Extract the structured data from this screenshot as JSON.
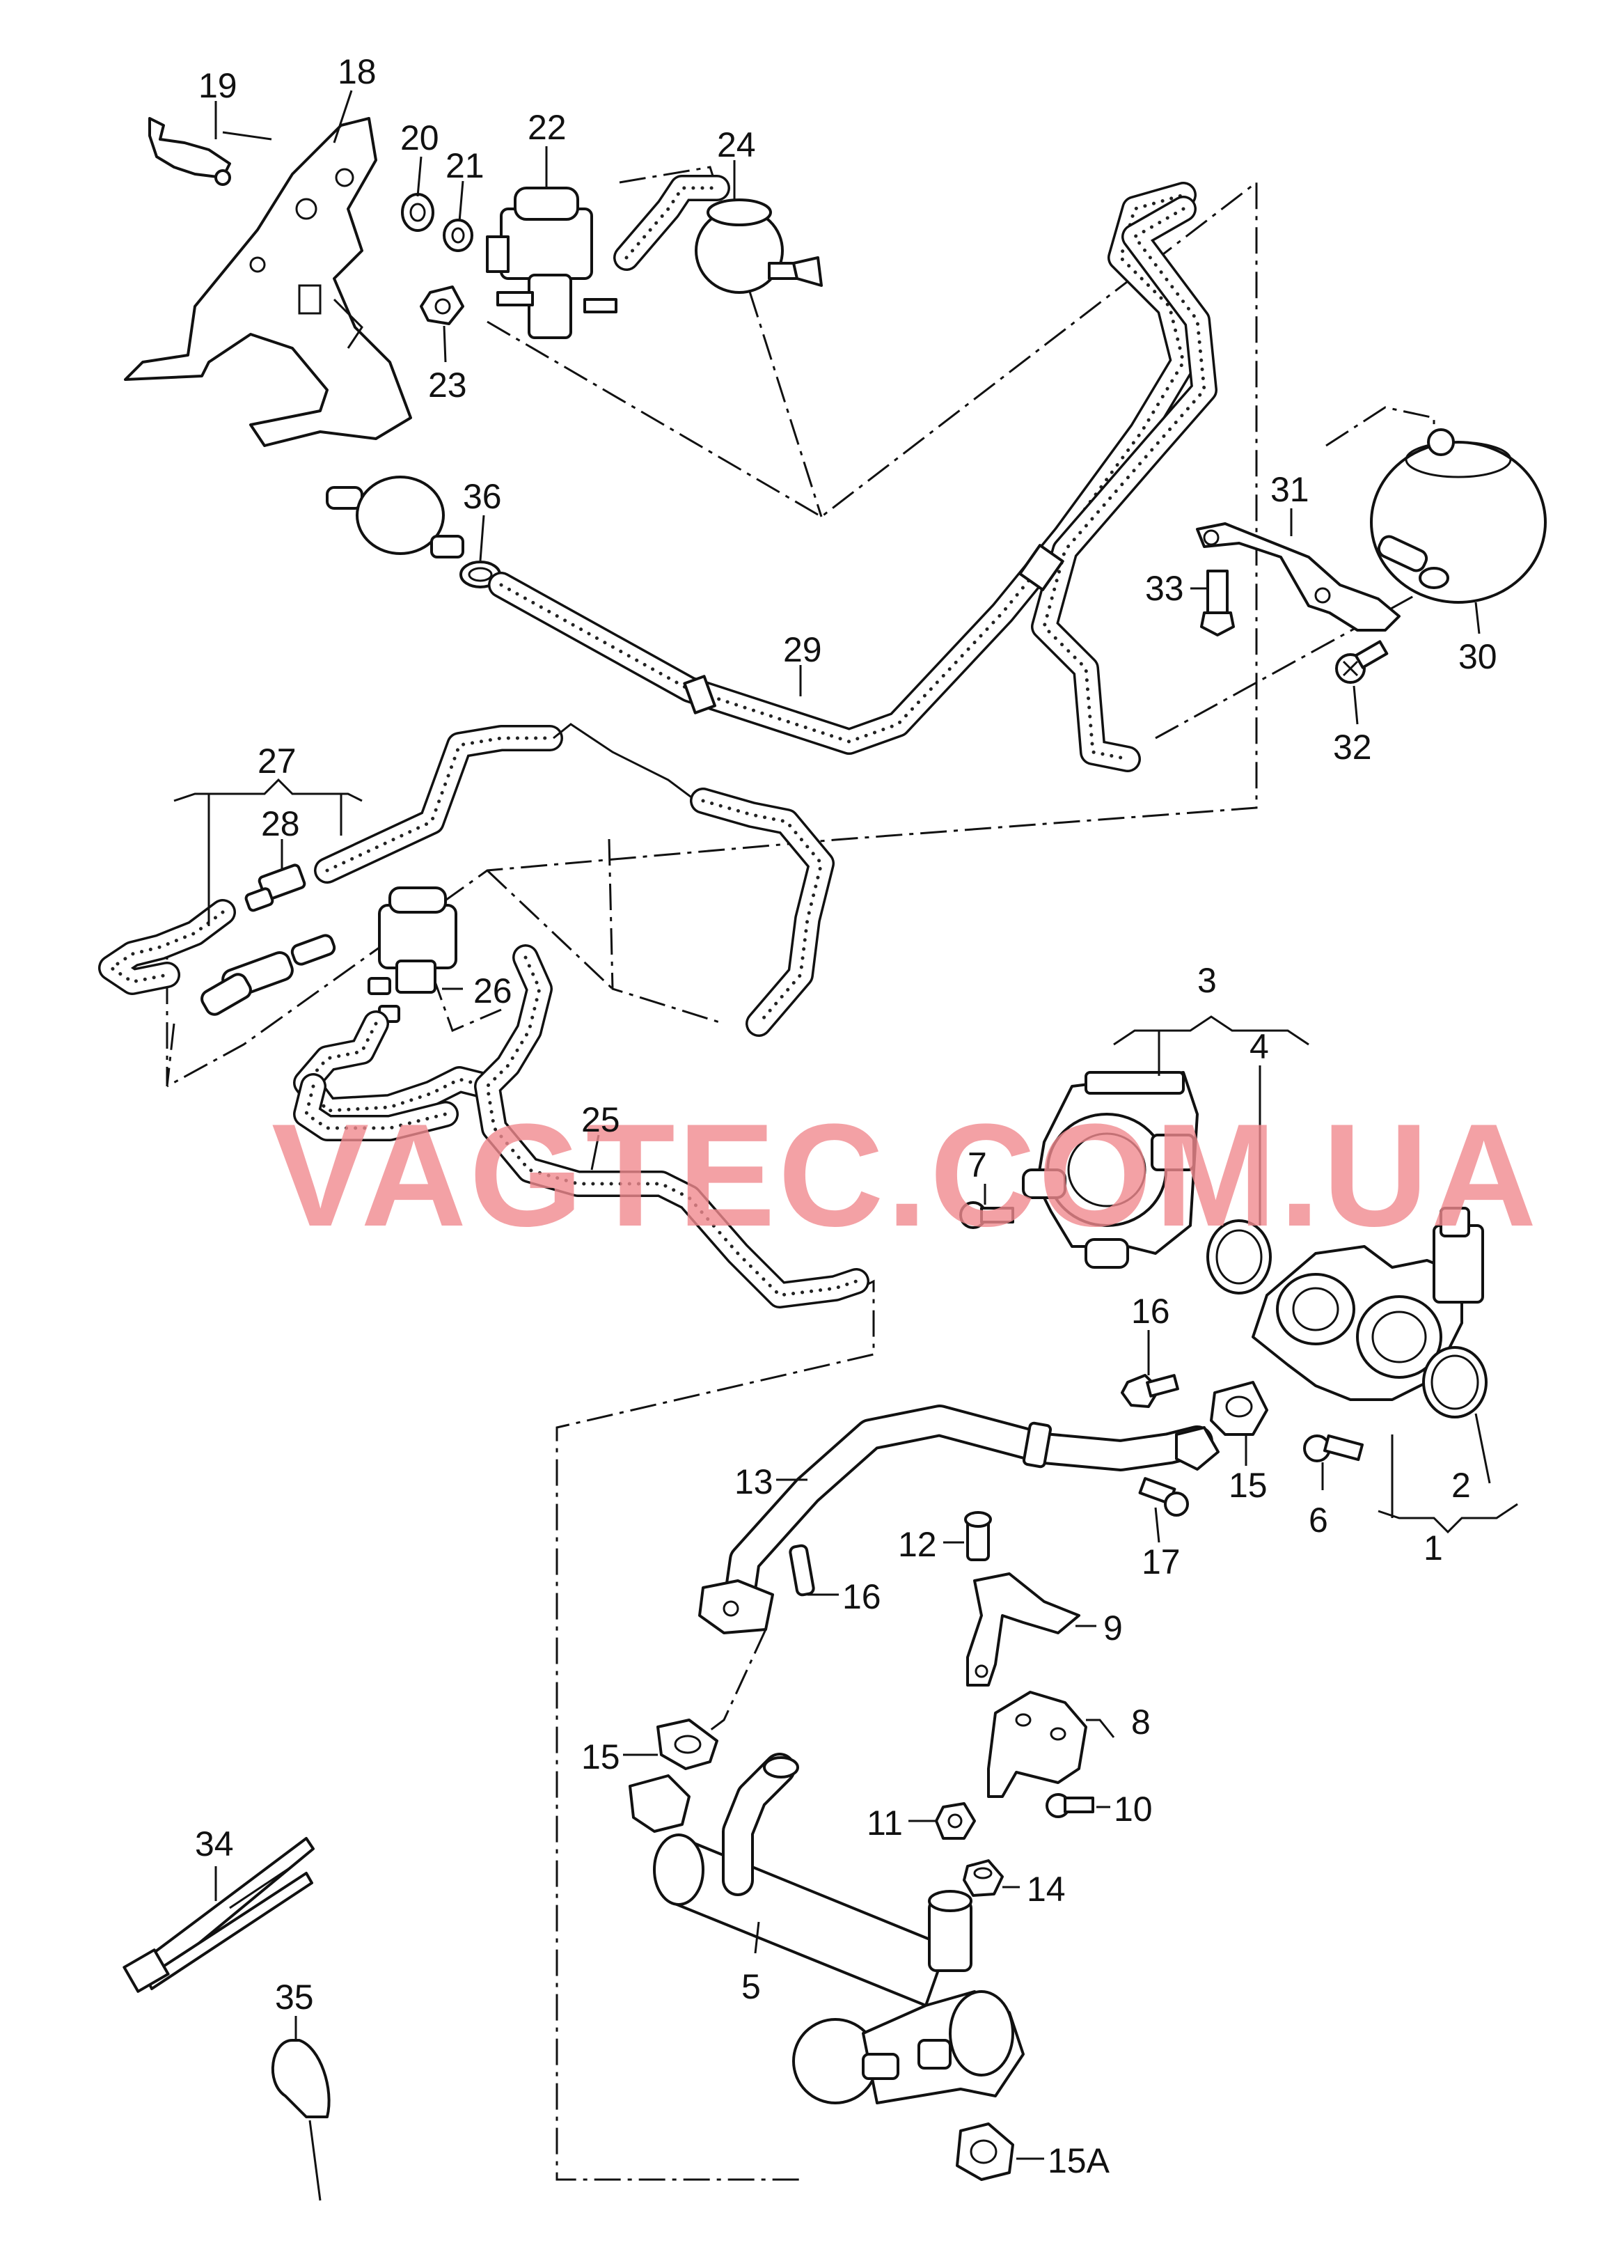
{
  "watermark": "VAGTEC.COM.UA",
  "callouts": [
    {
      "id": "c1",
      "text": "1"
    },
    {
      "id": "c2",
      "text": "2"
    },
    {
      "id": "c3",
      "text": "3"
    },
    {
      "id": "c4",
      "text": "4"
    },
    {
      "id": "c5",
      "text": "5"
    },
    {
      "id": "c6",
      "text": "6"
    },
    {
      "id": "c7",
      "text": "7"
    },
    {
      "id": "c8",
      "text": "8"
    },
    {
      "id": "c9",
      "text": "9"
    },
    {
      "id": "c10",
      "text": "10"
    },
    {
      "id": "c11",
      "text": "11"
    },
    {
      "id": "c12",
      "text": "12"
    },
    {
      "id": "c13",
      "text": "13"
    },
    {
      "id": "c14",
      "text": "14"
    },
    {
      "id": "c15a",
      "text": "15"
    },
    {
      "id": "c15b",
      "text": "15"
    },
    {
      "id": "c15A",
      "text": "15A"
    },
    {
      "id": "c16a",
      "text": "16"
    },
    {
      "id": "c16b",
      "text": "16"
    },
    {
      "id": "c17",
      "text": "17"
    },
    {
      "id": "c18",
      "text": "18"
    },
    {
      "id": "c19",
      "text": "19"
    },
    {
      "id": "c20",
      "text": "20"
    },
    {
      "id": "c21",
      "text": "21"
    },
    {
      "id": "c22",
      "text": "22"
    },
    {
      "id": "c23",
      "text": "23"
    },
    {
      "id": "c24",
      "text": "24"
    },
    {
      "id": "c25",
      "text": "25"
    },
    {
      "id": "c26",
      "text": "26"
    },
    {
      "id": "c27",
      "text": "27"
    },
    {
      "id": "c28",
      "text": "28"
    },
    {
      "id": "c29",
      "text": "29"
    },
    {
      "id": "c30",
      "text": "30"
    },
    {
      "id": "c31",
      "text": "31"
    },
    {
      "id": "c32",
      "text": "32"
    },
    {
      "id": "c33",
      "text": "33"
    },
    {
      "id": "c34",
      "text": "34"
    },
    {
      "id": "c35",
      "text": "35"
    },
    {
      "id": "c36",
      "text": "36"
    }
  ]
}
